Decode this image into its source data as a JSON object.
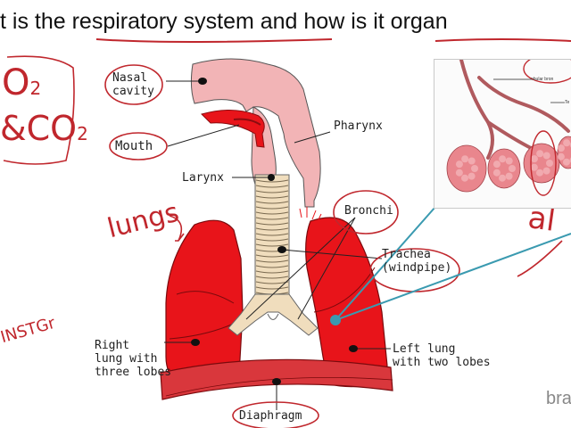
{
  "title": "t is the respiratory system and how is it organ",
  "handwriting": {
    "o2": "O",
    "o2_sub": "2",
    "co2": "&CO",
    "co2_sub": "2",
    "lungs": "lungs",
    "left_margin": "INSTGr",
    "right_margin": "al"
  },
  "labels": {
    "nasal_line1": "Nasal",
    "nasal_line2": "cavity",
    "mouth": "Mouth",
    "pharynx": "Pharynx",
    "larynx": "Larynx",
    "bronchi": "Bronchi",
    "trachea_line1": "Trachea",
    "trachea_line2": "(windpipe)",
    "right_line1": "Right",
    "right_line2": "lung with",
    "right_line3": "three lobes",
    "left_line1": "Left lung",
    "left_line2": "with two lobes",
    "diaphragm": "Diaphragm"
  },
  "inset": {
    "label_top": "obular bron",
    "label_side": "Te"
  },
  "brand": "bra",
  "colors": {
    "lung_red": "#e8141a",
    "airway_pink": "#f2b4b6",
    "trachea_ring": "#e9d2ad",
    "ink_red": "#c0272d",
    "pointer_teal": "#3a9ab0"
  }
}
